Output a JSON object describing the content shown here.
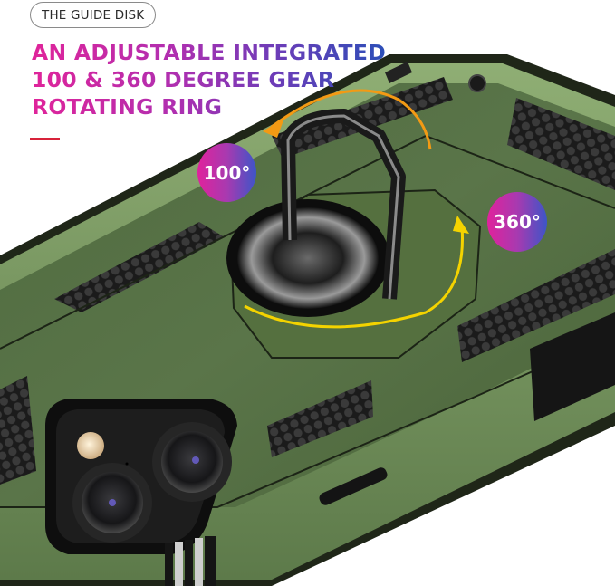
{
  "product_image": {
    "label_pill": "THE GUIDE DISK",
    "headline": {
      "lines": [
        "AN ADJUSTABLE INTEGRATED",
        "100 & 360 DEGREE GEAR",
        "ROTATING RING"
      ],
      "gradient": [
        "#e0249a",
        "#2c4fb8"
      ]
    },
    "accent_dash_color": "#d8233a",
    "badges": [
      {
        "label": "100°",
        "meaning": "ring-tilt-angle"
      },
      {
        "label": "360°",
        "meaning": "ring-rotation-angle"
      }
    ],
    "case": {
      "color_name": "army-green",
      "body_color": "#5a7347",
      "highlight_color": "#7f9a66",
      "dark_color": "#2f3a27",
      "grip_color": "#2d2d2d"
    },
    "arrow_colors": {
      "arc_orange": "#f39a14",
      "arc_yellow": "#f4d300"
    }
  }
}
